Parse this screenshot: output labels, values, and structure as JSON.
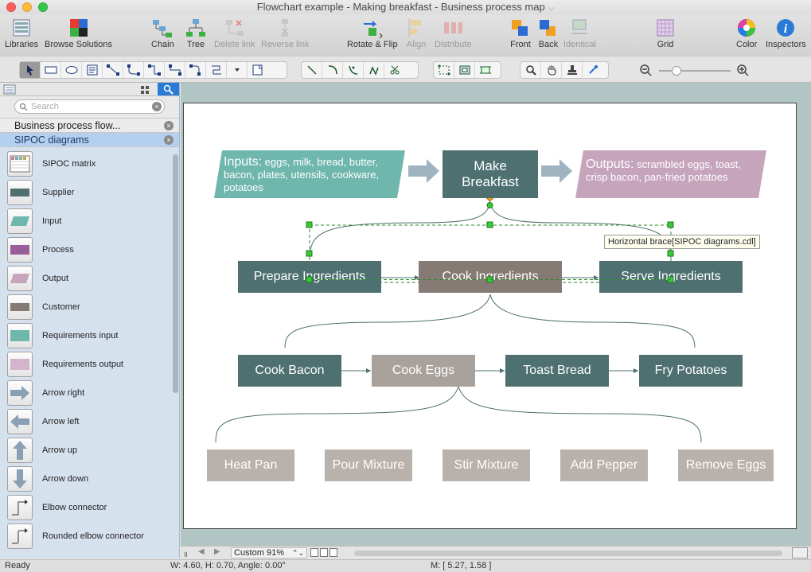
{
  "window": {
    "title": "Flowchart example - Making breakfast - Business process map"
  },
  "toolbar": {
    "libraries": "Libraries",
    "browse_solutions": "Browse Solutions",
    "chain": "Chain",
    "tree": "Tree",
    "delete_link": "Delete link",
    "reverse_link": "Reverse link",
    "rotate_flip": "Rotate & Flip",
    "align": "Align",
    "distribute": "Distribute",
    "front": "Front",
    "back": "Back",
    "identical": "Identical",
    "grid": "Grid",
    "color": "Color",
    "inspectors": "Inspectors"
  },
  "search": {
    "placeholder": "Search"
  },
  "libraries": [
    {
      "label": "Business process flow..."
    },
    {
      "label": "SIPOC diagrams"
    }
  ],
  "shapes": [
    {
      "label": "SIPOC matrix"
    },
    {
      "label": "Supplier"
    },
    {
      "label": "Input"
    },
    {
      "label": "Process"
    },
    {
      "label": "Output"
    },
    {
      "label": "Customer"
    },
    {
      "label": "Requirements input"
    },
    {
      "label": "Requirements output"
    },
    {
      "label": "Arrow right"
    },
    {
      "label": "Arrow left"
    },
    {
      "label": "Arrow up"
    },
    {
      "label": "Arrow down"
    },
    {
      "label": "Elbow connector"
    },
    {
      "label": "Rounded elbow connector"
    }
  ],
  "diagram": {
    "inputs_title": "Inputs:",
    "inputs_line1": "eggs, milk, bread, butter,",
    "inputs_line2": "bacon, plates, utensils, cookware,",
    "inputs_line3": "potatoes",
    "make_line1": "Make",
    "make_line2": "Breakfast",
    "outputs_title": "Outputs:",
    "outputs_line1": "scrambled eggs, toast,",
    "outputs_line2": "crisp bacon, pan-fried potatoes",
    "prepare": "Prepare Ingredients",
    "cook": "Cook Ingredients",
    "serve": "Serve Ingredients",
    "cook_bacon": "Cook Bacon",
    "cook_eggs": "Cook Eggs",
    "toast_bread": "Toast Bread",
    "fry_potatoes": "Fry Potatoes",
    "heat_pan": "Heat Pan",
    "pour_mixture": "Pour Mixture",
    "stir_mixture": "Stir Mixture",
    "add_pepper": "Add Pepper",
    "remove_eggs": "Remove Eggs",
    "tooltip": "Horizontal brace[SIPOC diagrams.cdl]"
  },
  "bottom": {
    "zoom": "Custom 91%"
  },
  "status": {
    "ready": "Ready",
    "dims": "W: 4.60,  H: 0.70,  Angle: 0.00°",
    "mouse": "M: [ 5.27, 1.58 ]"
  },
  "colors": {
    "process_dark": "#4e7070",
    "process_brown": "#857a74",
    "process_taupe": "#a9a19b",
    "input_teal": "#6fb6ac",
    "output_mauve": "#c6a4bc"
  }
}
